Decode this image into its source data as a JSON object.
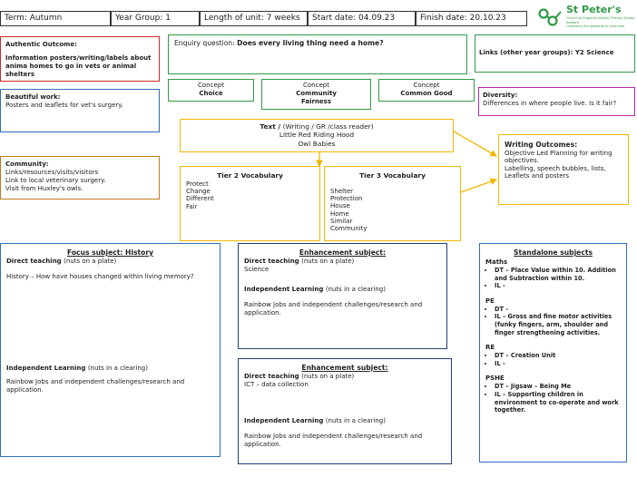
{
  "header": {
    "term": "Term: Autumn",
    "year_group": "Year Group: 1",
    "length": "Length of unit: 7 weeks",
    "start": "Start date: 04.09.23",
    "finish": "Finish date: 20.10.23"
  },
  "logo": {
    "name": "St Peter's",
    "line1": "Church of England (Aided) Primary School",
    "line2": "Seaford",
    "tagline": "Unlocking the potential in everyone"
  },
  "authentic": {
    "title": "Authentic Outcome:",
    "text": "Information posters/writing/labels about anima homes to go in vets or animal shelters"
  },
  "beautiful": {
    "title": "Beautiful work:",
    "text": "Posters and leaflets for vet's surgery."
  },
  "community": {
    "title": "Community:",
    "lines": [
      "Links/resources/visits/visitors",
      "Link to local veterinary surgery.",
      "Visit from Huxley's owls."
    ]
  },
  "enquiry": {
    "label": "Enquiry question: ",
    "question": "Does every living thing need a home?"
  },
  "concepts": [
    {
      "label": "Concept",
      "value": "Choice"
    },
    {
      "label": "Concept",
      "value": "Community\nFairness"
    },
    {
      "label": "Concept",
      "value": "Common Good"
    }
  ],
  "links": {
    "text": "Links (other year groups): Y2 Science"
  },
  "diversity": {
    "title": "Diversity:",
    "text": "Differences in where people live. Is it fair?"
  },
  "text_box": {
    "label": "Text / ",
    "detail": "(Writing / GR /class reader)",
    "books": [
      "Little Red Riding Hood",
      "Owl Babies"
    ]
  },
  "tier2": {
    "title": "Tier 2 Vocabulary",
    "words": [
      "Protect",
      "Change",
      "Different",
      "Fair"
    ]
  },
  "tier3": {
    "title": "Tier 3 Vocabulary",
    "words": [
      "Shelter",
      "Protection",
      "House",
      "Home",
      "Similar",
      "Community"
    ]
  },
  "writing": {
    "title": "Writing Outcomes:",
    "lines": [
      "Objective Led Planning for writing objectives.",
      "Labelling, speech bubbles, lists, Leaflets and posters"
    ]
  },
  "focus": {
    "title": "Focus subject: History",
    "dt_label": "Direct teaching ",
    "dt_note": "(nuts on a plate)",
    "dt_text": "History – How have houses changed within living memory?",
    "il_label": "Independent Learning ",
    "il_note": "(nuts in a clearing)",
    "il_text": "Rainbow Jobs and independent challenges/research and application."
  },
  "enh1": {
    "title": "Enhancement subject:",
    "dt_label": "Direct teaching ",
    "dt_note": "(nuts on a plate)",
    "dt_text": "Science",
    "il_label": "Independent Learning ",
    "il_note": "(nuts in a clearing)",
    "il_text": "Rainbow Jobs and independent challenges/research and application."
  },
  "enh2": {
    "title": "Enhancement subject:",
    "dt_label": "Direct teaching ",
    "dt_note": "(nuts on a plate)",
    "dt_text": "ICT – data collection",
    "il_label": "Independent Learning ",
    "il_note": "(nuts in a clearing)",
    "il_text": "Rainbow Jobs and independent challenges/research and application."
  },
  "standalone": {
    "title": "Standalone subjects",
    "sections": [
      {
        "name": "Maths",
        "items": [
          "DT – Place Value within 10. Addition and Subtraction within 10.",
          "IL -"
        ]
      },
      {
        "name": "PE",
        "items": [
          "DT -",
          "IL – Gross and fine motor activities (funky fingers, arm, shoulder and finger strengthening activities."
        ]
      },
      {
        "name": "RE",
        "items": [
          "DT – Creation Unit",
          "IL -"
        ]
      },
      {
        "name": "PSHE",
        "items": [
          "DT – Jigsaw – Being Me",
          "IL – Supporting children in environment to co-operate and work together."
        ]
      }
    ]
  },
  "colors": {
    "red": "#cc2b2b",
    "blue": "#2f6fb8",
    "green": "#2f9a46",
    "orange": "#c07a1e",
    "magenta": "#b32aa8",
    "yellow": "#f2b705",
    "navy": "#22406e"
  }
}
